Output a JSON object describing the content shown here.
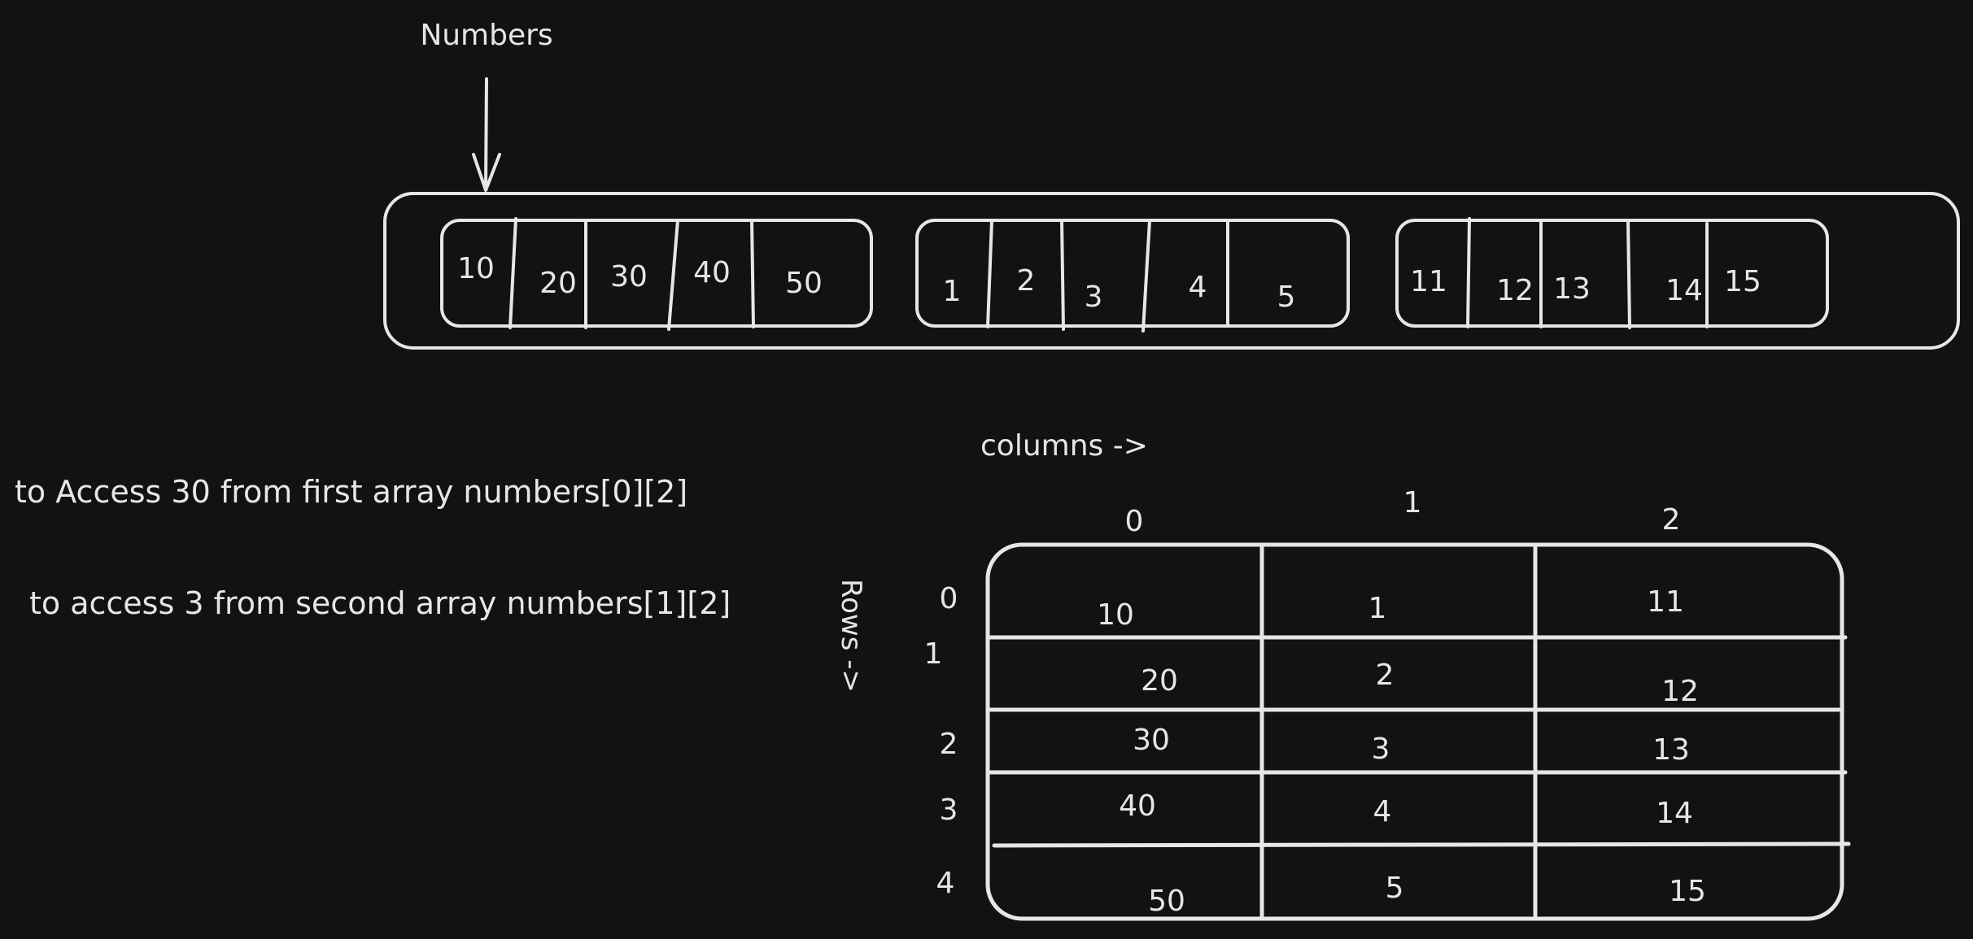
{
  "array_label": "Numbers",
  "arrays": [
    [
      "10",
      "20",
      "30",
      "40",
      "50"
    ],
    [
      "1",
      "2",
      "3",
      "4",
      "5"
    ],
    [
      "11",
      "12",
      "13",
      "14",
      "15"
    ]
  ],
  "notes": {
    "first": "to Access 30 from first array numbers[0][2]",
    "second": "to access 3 from second array numbers[1][2]"
  },
  "table": {
    "columns_label": "columns ->",
    "rows_label": "Rows ->",
    "column_indices": [
      "0",
      "1",
      "2"
    ],
    "row_indices": [
      "0",
      "1",
      "2",
      "3",
      "4"
    ],
    "cells": [
      [
        "10",
        "1",
        "11"
      ],
      [
        "20",
        "2",
        "12"
      ],
      [
        "30",
        "3",
        "13"
      ],
      [
        "40",
        "4",
        "14"
      ],
      [
        "50",
        "5",
        "15"
      ]
    ]
  }
}
